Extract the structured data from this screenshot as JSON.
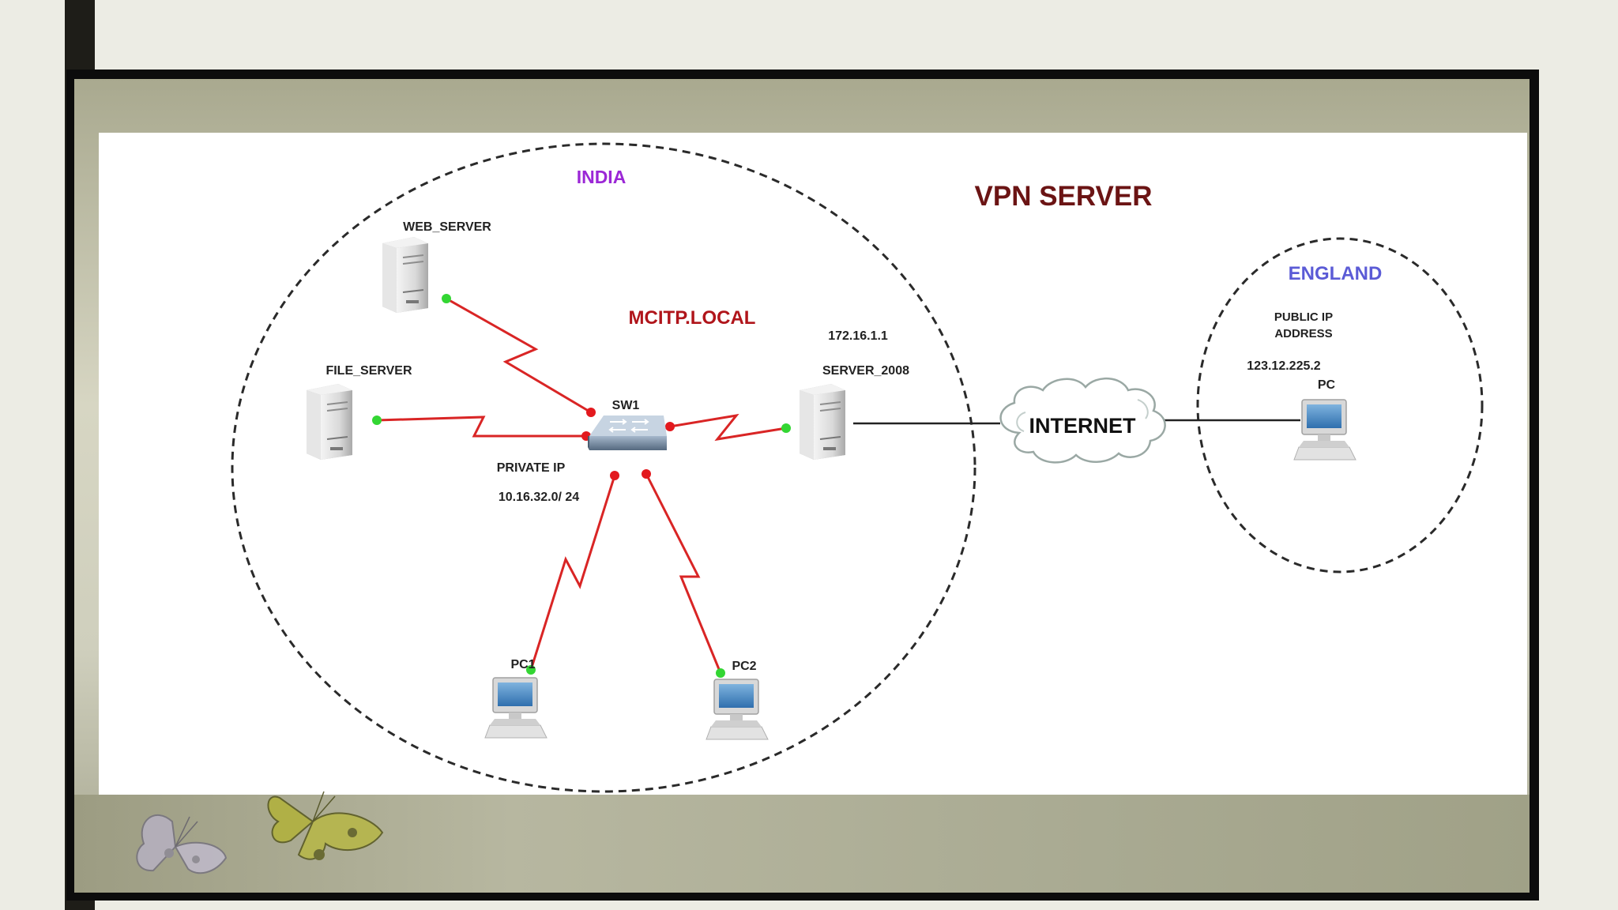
{
  "diagram": {
    "title": "VPN SERVER",
    "regions": {
      "india": "INDIA",
      "england": "ENGLAND",
      "domain": "MCITP.LOCAL"
    },
    "nodes": {
      "web_server": "WEB_SERVER",
      "file_server": "FILE_SERVER",
      "switch": "SW1",
      "server_2008": "SERVER_2008",
      "server_ip": "172.16.1.1",
      "pc1": "PC1",
      "pc2": "PC2",
      "remote_pc": "PC",
      "internet": "INTERNET"
    },
    "network": {
      "private_ip_label": "PRIVATE IP",
      "private_subnet": "10.16.32.0/ 24",
      "public_ip_label_line1": "PUBLIC IP",
      "public_ip_label_line2": "ADDRESS",
      "public_ip": "123.12.225.2"
    },
    "colors": {
      "title": "#6b1414",
      "india": "#9b27d6",
      "england": "#5b5bd6",
      "domain": "#b0151b",
      "link": "#d92525",
      "link_end_switch": "#e3191e",
      "link_end_node": "#33d633"
    }
  }
}
